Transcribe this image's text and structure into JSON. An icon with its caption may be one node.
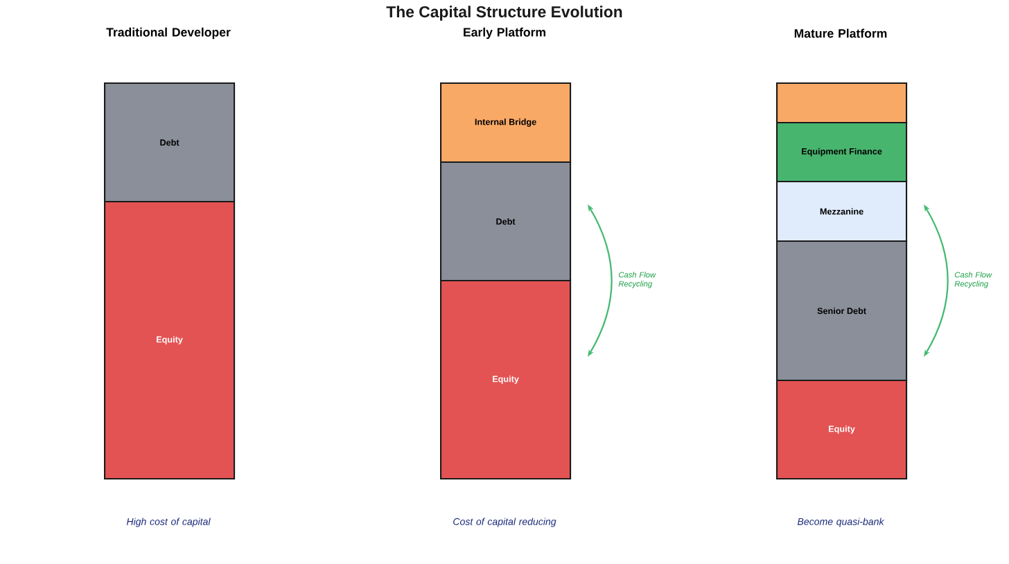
{
  "diagram": {
    "title": "The Capital Structure Evolution",
    "nodes": [
      {
        "text": [
          "Debt"
        ]
      },
      {
        "text": [
          "Equity"
        ]
      },
      {
        "text": [
          "Internal Bridge"
        ]
      },
      {
        "text": [
          "Debt"
        ]
      },
      {
        "text": [
          "Equity"
        ]
      },
      {
        "text": [],
        "shape": "box"
      },
      {
        "text": [
          "Equipment Finance"
        ]
      },
      {
        "text": [
          "Mezzanine"
        ]
      },
      {
        "text": [
          "Senior Debt"
        ]
      },
      {
        "text": [
          "Equity"
        ]
      }
    ],
    "labels": [
      "Traditional Developer",
      "Early Platform",
      "Mature Platform",
      "Cash Flow Recycling",
      "Cash Flow Recycling",
      "High cost of capital",
      "Cost of capital reducing",
      "Become quasi-bank"
    ]
  }
}
